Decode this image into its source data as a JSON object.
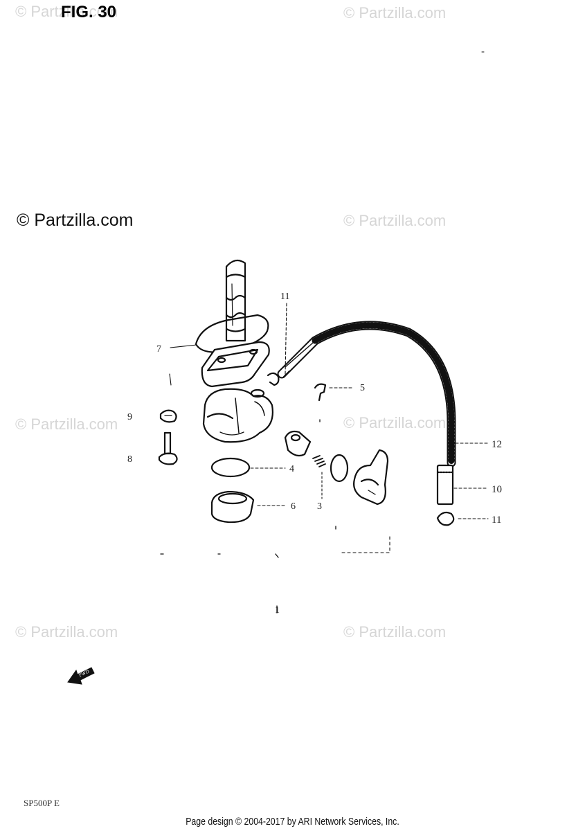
{
  "figure": {
    "title": "FIG. 30"
  },
  "watermarks": [
    "© Partzilla.com",
    "© Partzilla.com",
    "© Partzilla.com",
    "© Partzilla.com",
    "© Partzilla.com",
    "© Partzilla.com",
    "© Partzilla.com"
  ],
  "copyright": "© Partzilla.com",
  "callouts": {
    "c1": "1",
    "c3": "3",
    "c4": "4",
    "c5": "5",
    "c6": "6",
    "c7": "7",
    "c8": "8",
    "c9": "9",
    "c10": "10",
    "c11a": "11",
    "c11b": "11",
    "c12": "12"
  },
  "fwd_label": "FWD",
  "model_code": "SP500P E",
  "footer": "Page design © 2004-2017 by ARI Network Services, Inc."
}
